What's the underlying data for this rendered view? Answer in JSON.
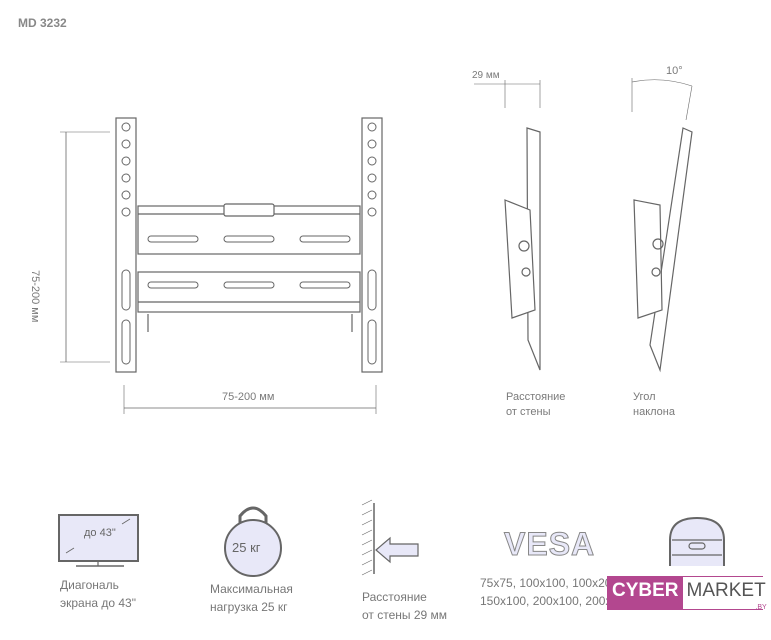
{
  "title": "MD 3232",
  "front_view": {
    "height_dim": "75-200 мм",
    "width_dim": "75-200 мм"
  },
  "side_view_distance": {
    "dim": "29 мм",
    "caption_1": "Расстояние",
    "caption_2": "от стены"
  },
  "side_view_tilt": {
    "dim": "10°",
    "caption_1": "Угол",
    "caption_2": "наклона"
  },
  "features": [
    {
      "icon": "monitor-icon",
      "icon_text": "до 43\"",
      "caption_1": "Диагональ",
      "caption_2": "экрана до 43\""
    },
    {
      "icon": "weight-icon",
      "icon_text": "25 кг",
      "caption_1": "Максимальная",
      "caption_2": "нагрузка 25 кг"
    },
    {
      "icon": "wall-distance-icon",
      "caption_1": "Расстояние",
      "caption_2": "от стены 29 мм"
    },
    {
      "icon": "vesa-icon",
      "icon_text": "VESA",
      "caption_1": "75x75, 100x100, 100x20",
      "caption_2": "150x100, 200x100, 200x"
    },
    {
      "icon": "level-icon"
    }
  ],
  "watermark": {
    "part1": "CYBER",
    "part2": "MARKET",
    "suffix": ".BY"
  },
  "colors": {
    "line": "#666666",
    "fill": "#e8e8f8",
    "brand": "#b3478f"
  }
}
